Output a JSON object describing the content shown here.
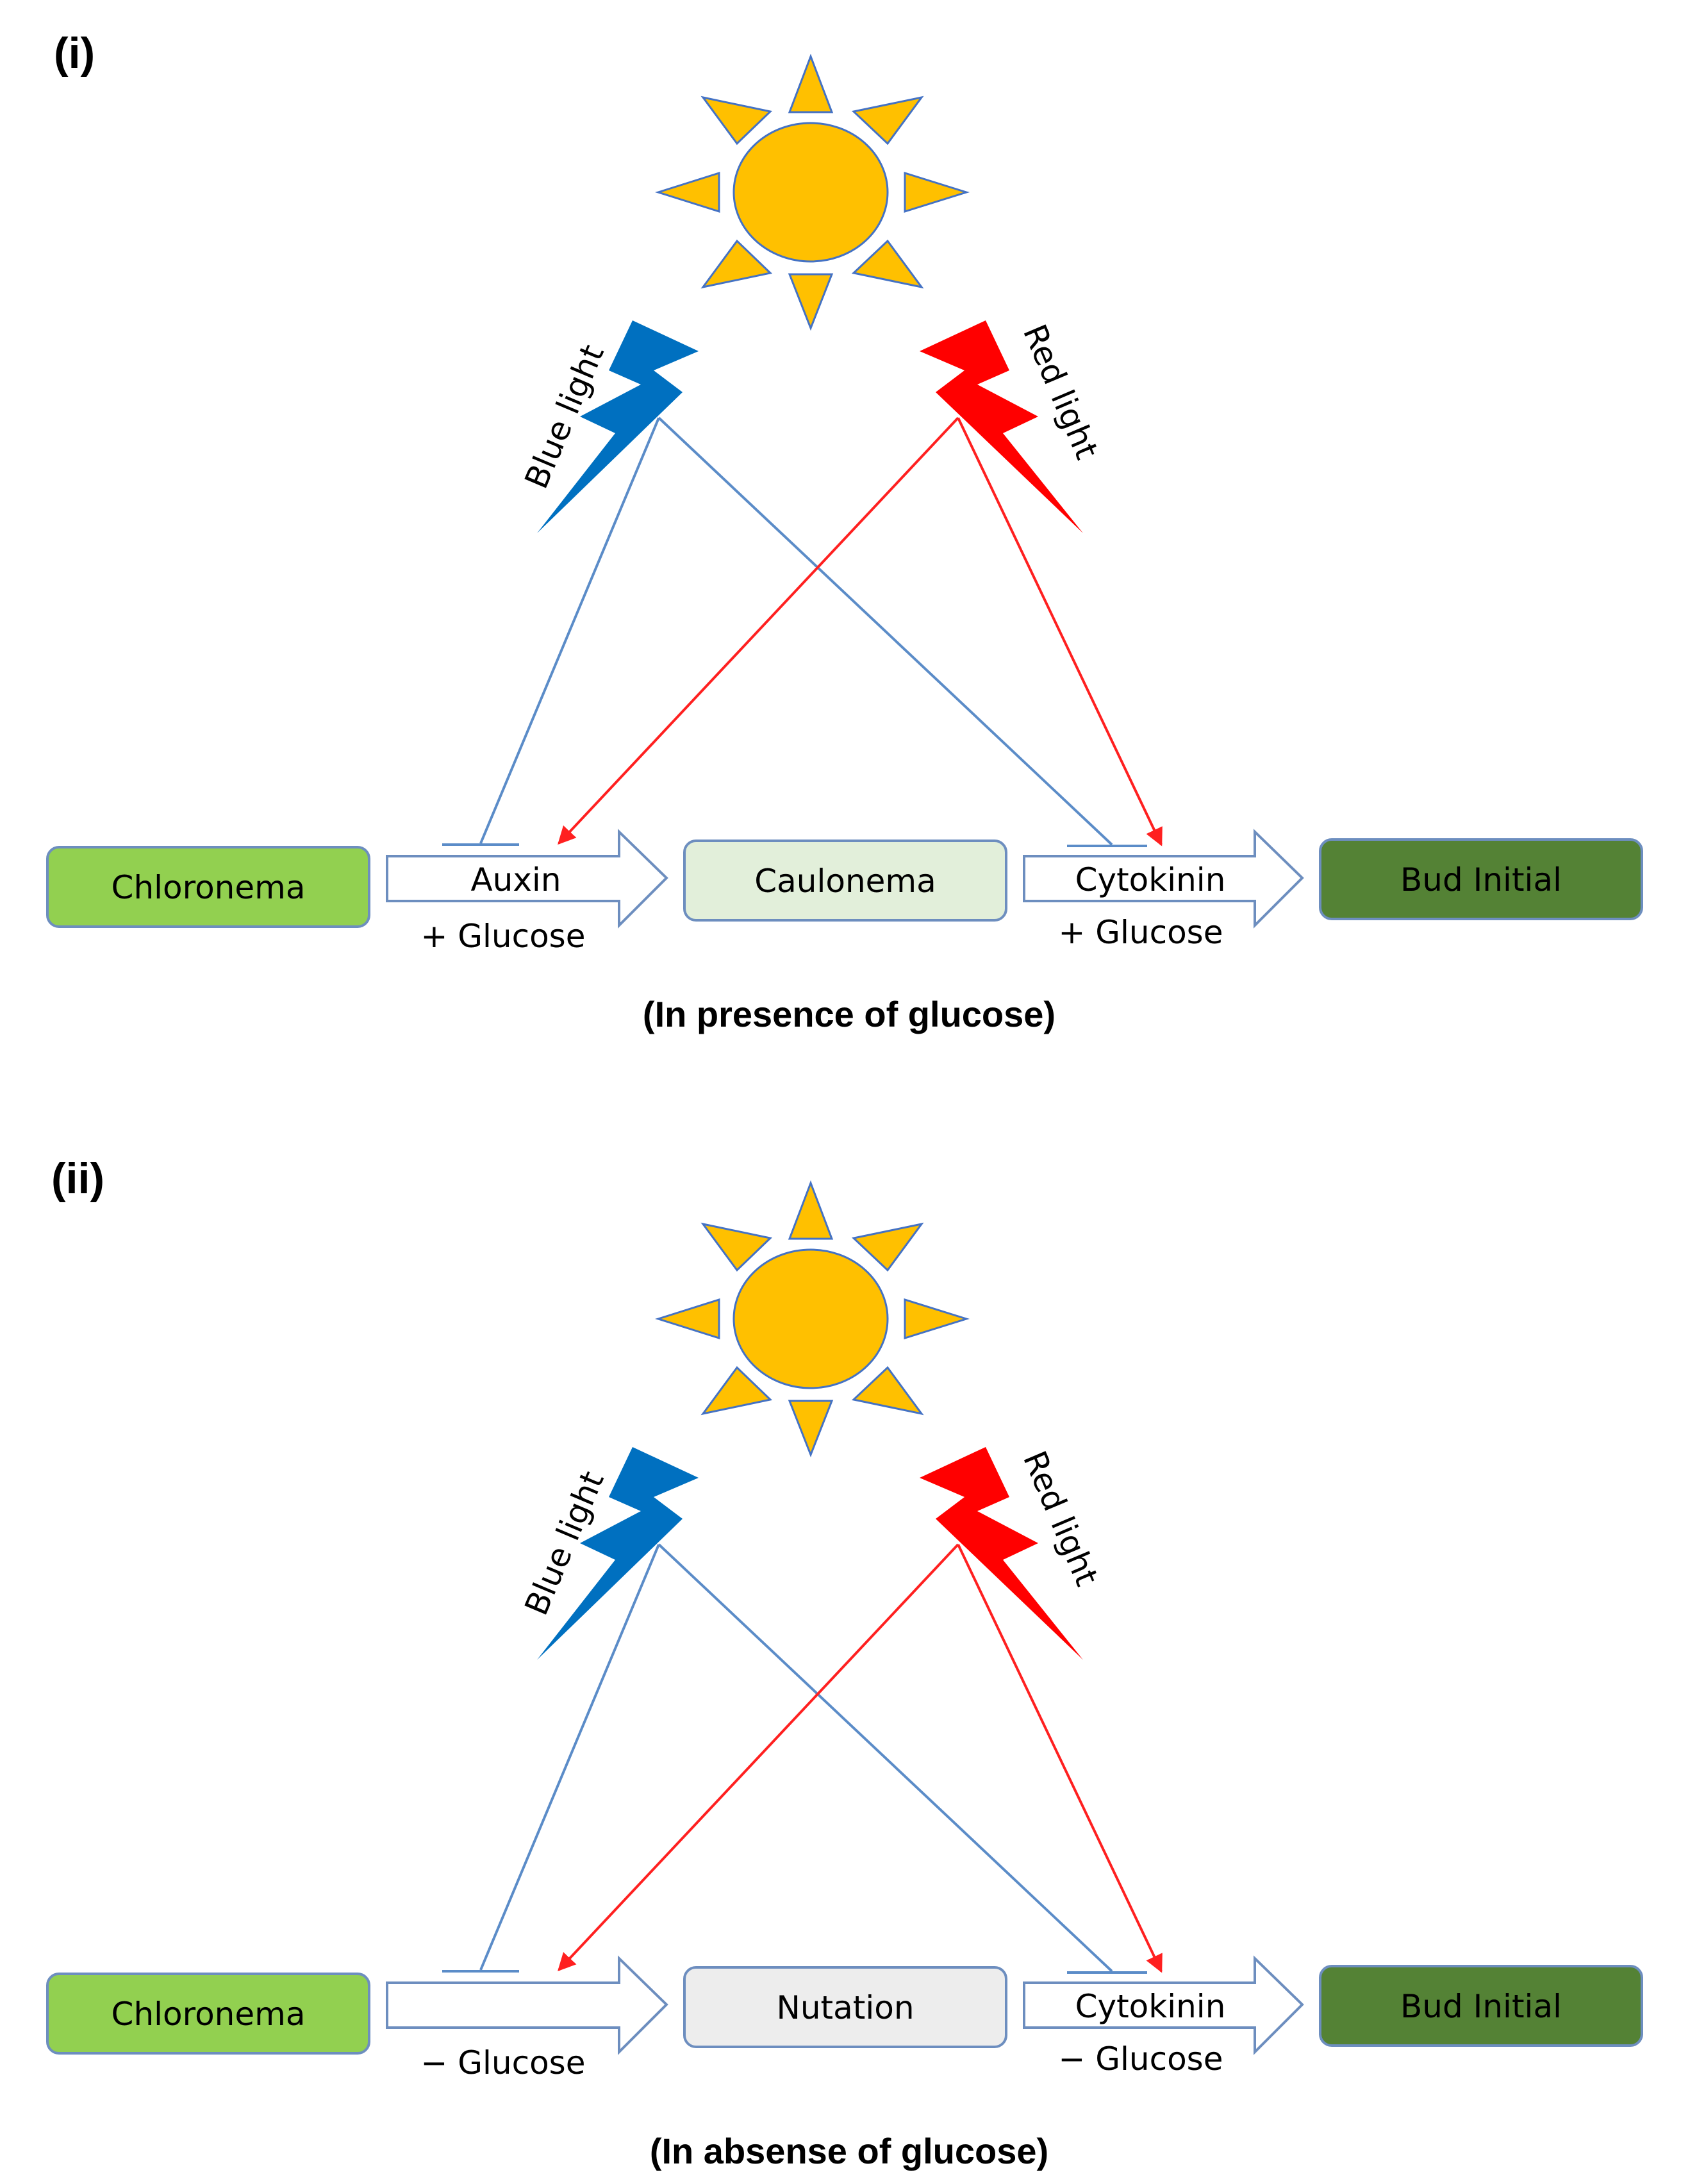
{
  "colors": {
    "sun_fill": "#FFC000",
    "sun_stroke": "#4472C4",
    "blue_light": "#0070C0",
    "red_light": "#FF0000",
    "blue_line": "#5B8CC8",
    "red_line": "#FF2020",
    "chloronema_fill": "#92D050",
    "caulonema_fill": "#E2EFDA",
    "nutation_fill": "#EDEDED",
    "bud_fill": "#548235",
    "box_stroke": "#6D8EBF",
    "arrow_stroke": "#6D8EBF"
  },
  "panels": [
    {
      "label": "(i)",
      "blue_light_label": "Blue light",
      "red_light_label": "Red light",
      "box1": "Chloronema",
      "arrow1_top": "Auxin",
      "arrow1_bottom": "+ Glucose",
      "box2": "Caulonema",
      "arrow2_top": "Cytokinin",
      "arrow2_bottom": "+ Glucose",
      "box3": "Bud Initial",
      "caption": "(In presence of glucose)"
    },
    {
      "label": "(ii)",
      "blue_light_label": "Blue light",
      "red_light_label": "Red light",
      "box1": "Chloronema",
      "arrow1_top": "",
      "arrow1_bottom": "− Glucose",
      "box2": "Nutation",
      "arrow2_top": "Cytokinin",
      "arrow2_bottom": "− Glucose",
      "box3": "Bud Initial",
      "caption": "(In absense of glucose)"
    }
  ]
}
